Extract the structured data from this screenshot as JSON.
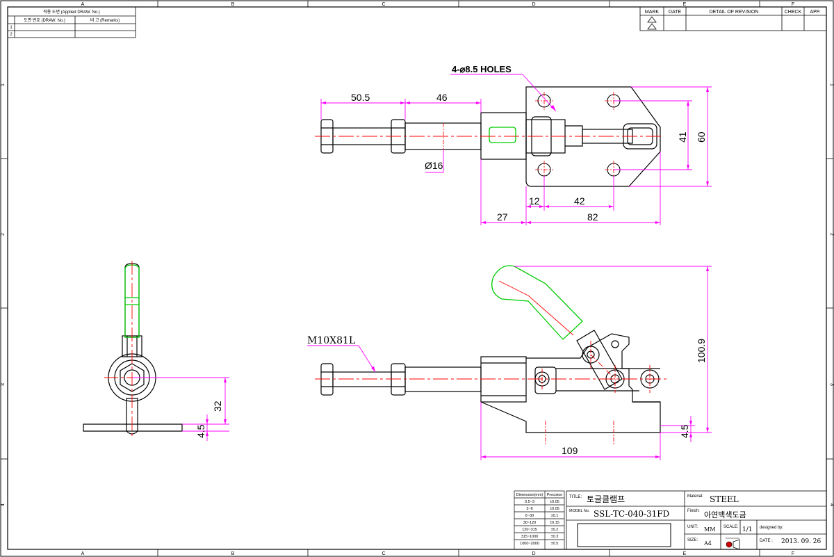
{
  "zones": {
    "columns": [
      "A",
      "B",
      "C",
      "D",
      "E",
      "F"
    ],
    "rows": [
      "1",
      "2",
      "3",
      "4"
    ]
  },
  "ref_table": {
    "title": "적용 도면 (Applied DRAW. No.)",
    "col1": "도면 번호 (DRAW. No.)",
    "col2": "비 고 (Remarks)",
    "rows": [
      "1",
      "2"
    ]
  },
  "revision_table": {
    "headers": [
      "MARK",
      "DATE",
      "DETAIL OF REVISION",
      "CHECK",
      "APP."
    ]
  },
  "dimensions": {
    "holes": "4-⌀8.5 HOLES",
    "d50_5": "50.5",
    "d46": "46",
    "d16": "Ø16",
    "d41": "41",
    "d60": "60",
    "d12": "12",
    "d42": "42",
    "d27": "27",
    "d82": "82",
    "d32": "32",
    "d4_5_left": "4.5",
    "thread": "M10X81L",
    "d100_9": "100.9",
    "d4_5_right": "4.5",
    "d109": "109"
  },
  "tolerance_table": {
    "headers": [
      "Dimension(mm)",
      "Precision"
    ],
    "rows": [
      [
        "0.5~3",
        "±0.05"
      ],
      [
        "3~6",
        "±0.05"
      ],
      [
        "6~30",
        "±0.1"
      ],
      [
        "30~120",
        "±0.15"
      ],
      [
        "120~315",
        "±0.2"
      ],
      [
        "315~1000",
        "±0.3"
      ],
      [
        "1000~2000",
        "±0.5"
      ]
    ]
  },
  "title_block": {
    "title_label": "TITLE:",
    "title_value": "토글클램프",
    "model_label": "MODEL No.",
    "model_value": "SSL-TC-040-31FD",
    "unit_label": "UNIT:",
    "unit_value": "MM",
    "scale_label": "SCALE:",
    "scale_value": "1/1",
    "size_label": "SIZE:",
    "size_value": "A4",
    "material_label": "Material:",
    "material_value": "STEEL",
    "finish_label": "Finish:",
    "finish_value": "아연백색도금",
    "designed_label": "designed by:",
    "date_label": "DATE :",
    "date_value": "2013. 09. 26"
  },
  "colors": {
    "outline": "#000000",
    "dimension": "#ff00ff",
    "centerline": "#ff0000",
    "handle": "#00cc00",
    "zone_lines": "#008000"
  }
}
